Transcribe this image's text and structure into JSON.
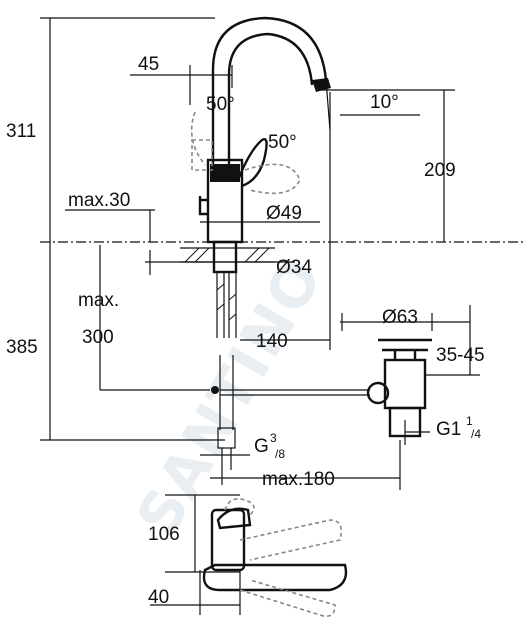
{
  "watermark": "SANTINO",
  "dimensions": {
    "height_total": "311",
    "spout_offset": "45",
    "angle_lever_top": "50°",
    "angle_spout": "10°",
    "angle_lever_side": "50°",
    "spout_height": "209",
    "max_thickness_label": "max.30",
    "body_diameter": "Ø49",
    "hole_diameter": "Ø34",
    "max_label": "max.",
    "below_deck": "385",
    "max_300": "300",
    "reach": "140",
    "waste_diameter": "Ø63",
    "waste_range": "35-45",
    "connection_label": "G",
    "connection_sup": "3",
    "connection_sub": "/8",
    "max_180": "max.180",
    "waste_thread_label": "G1",
    "waste_thread_sup": "1",
    "waste_thread_sub": "/4",
    "plan_depth": "106",
    "plan_offset": "40"
  }
}
